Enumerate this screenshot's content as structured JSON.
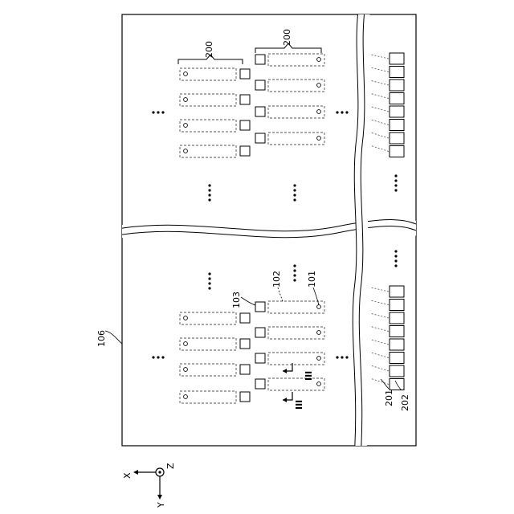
{
  "figure": {
    "labels": {
      "panel": "106",
      "group_a": "200",
      "group_b": "200",
      "element": "101",
      "element_outline": "102",
      "element_pad": "103",
      "connector": "201",
      "terminal": "202",
      "section_mark_upper": "III",
      "section_mark_lower": "III"
    },
    "axes": {
      "x": "X",
      "y": "Y",
      "z": "Z"
    },
    "colors": {
      "line": "#000000",
      "dashed": "#555555",
      "background": "#ffffff"
    }
  }
}
